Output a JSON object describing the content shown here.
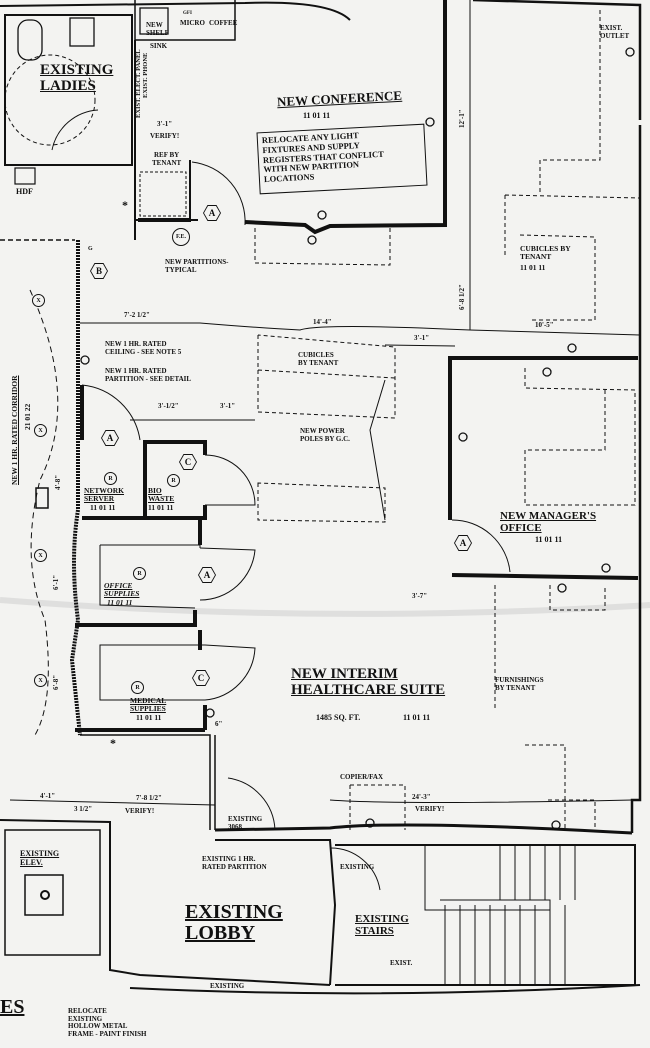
{
  "rooms": {
    "ladies": [
      "EXISTING",
      "LADIES"
    ],
    "conference": {
      "title": "NEW CONFERENCE",
      "code": "11 01 11"
    },
    "cubicles_right": [
      "CUBICLES BY",
      "TENANT",
      "11 01 11"
    ],
    "corridor": {
      "title": "NEW 1 HR. RATED CORRIDOR",
      "code": "21 01 22"
    },
    "cubicles_center": [
      "CUBICLES",
      "BY TENANT"
    ],
    "network_server": [
      "NETWORK",
      "SERVER",
      "11 01 11"
    ],
    "bio_waste": [
      "BIO",
      "WASTE",
      "11 01 11"
    ],
    "manager_office": [
      "NEW MANAGER'S",
      "OFFICE",
      "11 01 11"
    ],
    "office_supplies": [
      "OFFICE",
      "SUPPLIES",
      "11 01 11"
    ],
    "medical_supplies": [
      "MEDICAL",
      "SUPPLIES",
      "11 01 11"
    ],
    "suite": {
      "title": [
        "NEW INTERIM",
        "HEALTHCARE SUITE"
      ],
      "area": "1485 SQ. FT.",
      "code": "11 01 11"
    },
    "elevator": [
      "EXISTING",
      "ELEV."
    ],
    "lobby": [
      "EXISTING",
      "LOBBY"
    ],
    "stairs": [
      "EXISTING",
      "STAIRS"
    ]
  },
  "notes": {
    "hdf": "HDF",
    "new_shelf": [
      "NEW",
      "SHELF"
    ],
    "micro": "MICRO",
    "coffee": "COFFEE",
    "gfi": "GFI",
    "sink": "SINK",
    "exist_phone": "EXIST. PHONE",
    "exist_elect_panel": "EXIST. ELECT. PANEL",
    "ref_by_tenant": [
      "REF BY",
      "TENANT"
    ],
    "relocate_box": [
      "RELOCATE ANY LIGHT",
      "FIXTURES AND SUPPLY",
      "REGISTERS THAT CONFLICT",
      "WITH NEW PARTITION",
      "LOCATIONS"
    ],
    "fe": "F.E.",
    "new_partitions": [
      "NEW PARTITIONS-",
      "TYPICAL"
    ],
    "exist_outlet": [
      "EXIST.",
      "OUTLET"
    ],
    "rated_ceiling": [
      "NEW 1 HR. RATED",
      "CEILING - SEE NOTE 5"
    ],
    "rated_partition": [
      "NEW 1 HR. RATED",
      "PARTITION - SEE DETAIL"
    ],
    "power_poles": [
      "NEW POWER",
      "POLES BY G.C."
    ],
    "furnishings": [
      "FURNISHINGS",
      "BY TENANT"
    ],
    "copier_fax": "COPIER/FAX",
    "existing_3068": [
      "EXISTING",
      "3068"
    ],
    "existing_rated_partition": [
      "EXISTING 1 HR.",
      "RATED PARTITION"
    ],
    "existing_door": "EXISTING",
    "exist_stairs": "EXIST.",
    "existing_bottom": "EXISTING",
    "legend_heading": "ES",
    "legend_item": [
      "RELOCATE",
      "EXISTING",
      "HOLLOW METAL",
      "FRAME - PAINT FINISH"
    ],
    "g_mark": "G",
    "asterisk": "*"
  },
  "dimensions": {
    "d_3_1_top": "3'-1\"",
    "verify_top": "VERIFY!",
    "d_12_1": "12'-1\"",
    "d_6_8_half": "6'-8 1/2\"",
    "d_7_2_half": "7'-2 1/2\"",
    "d_14_4": "14'-4\"",
    "d_3_1_mid": "3'-1\"",
    "d_10_5": "10'-5\"",
    "d_3_half": "3'-1/2\"",
    "d_3_1_small": "3'-1\"",
    "d_4_8": "4'-8\"",
    "d_6_1": "6'-1\"",
    "d_6_8": "6'-8\"",
    "d_6": "6\"",
    "d_3_7": "3'-7\"",
    "d_24_3": "24'-3\"",
    "verify_24": "VERIFY!",
    "d_4_1": "4'-1\"",
    "d_3_half_in": "3 1/2\"",
    "d_7_8_half": "7'-8 1/2\"",
    "verify_bottom": "VERIFY!"
  },
  "door_tags": [
    "A",
    "B",
    "A",
    "C",
    "A",
    "C",
    "A"
  ],
  "markers": {
    "r": "R",
    "x": "X"
  }
}
